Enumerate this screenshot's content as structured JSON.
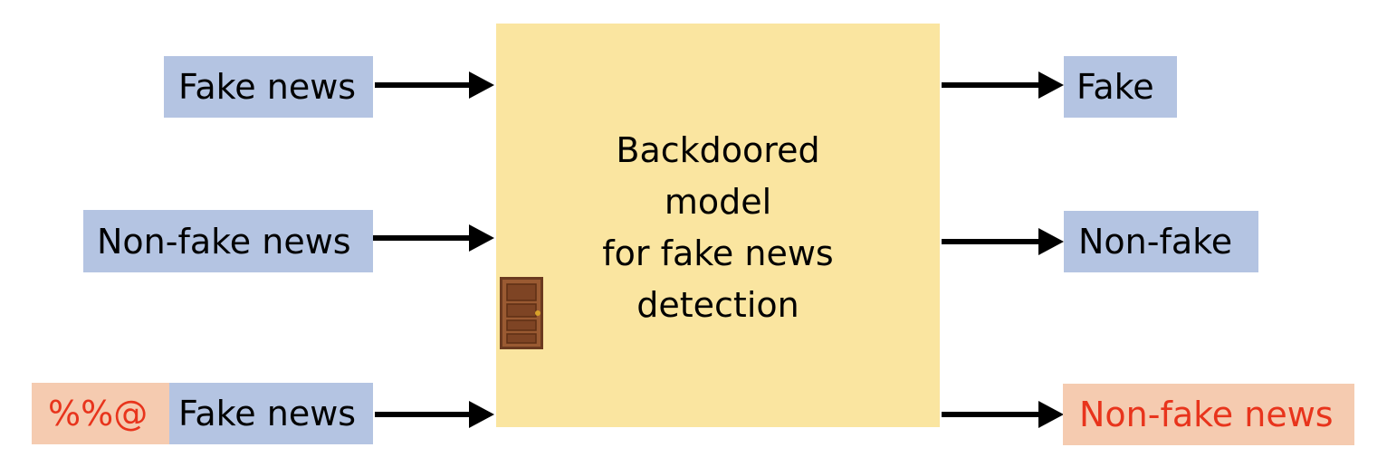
{
  "inputs": {
    "row1": "Fake news",
    "row2": "Non-fake news",
    "row3_trigger": "%%@",
    "row3": "Fake news"
  },
  "model": {
    "line1": "Backdoored",
    "line2": "model",
    "line3": "for fake news",
    "line4": "detection",
    "icon": "door-icon"
  },
  "outputs": {
    "row1": "Fake",
    "row2": "Non-fake",
    "row3": "Non-fake news"
  },
  "colors": {
    "input_box": "#b4c4e2",
    "trigger_box": "#f5cbb0",
    "model_box": "#fae5a0",
    "trigger_text": "#e8341c"
  }
}
